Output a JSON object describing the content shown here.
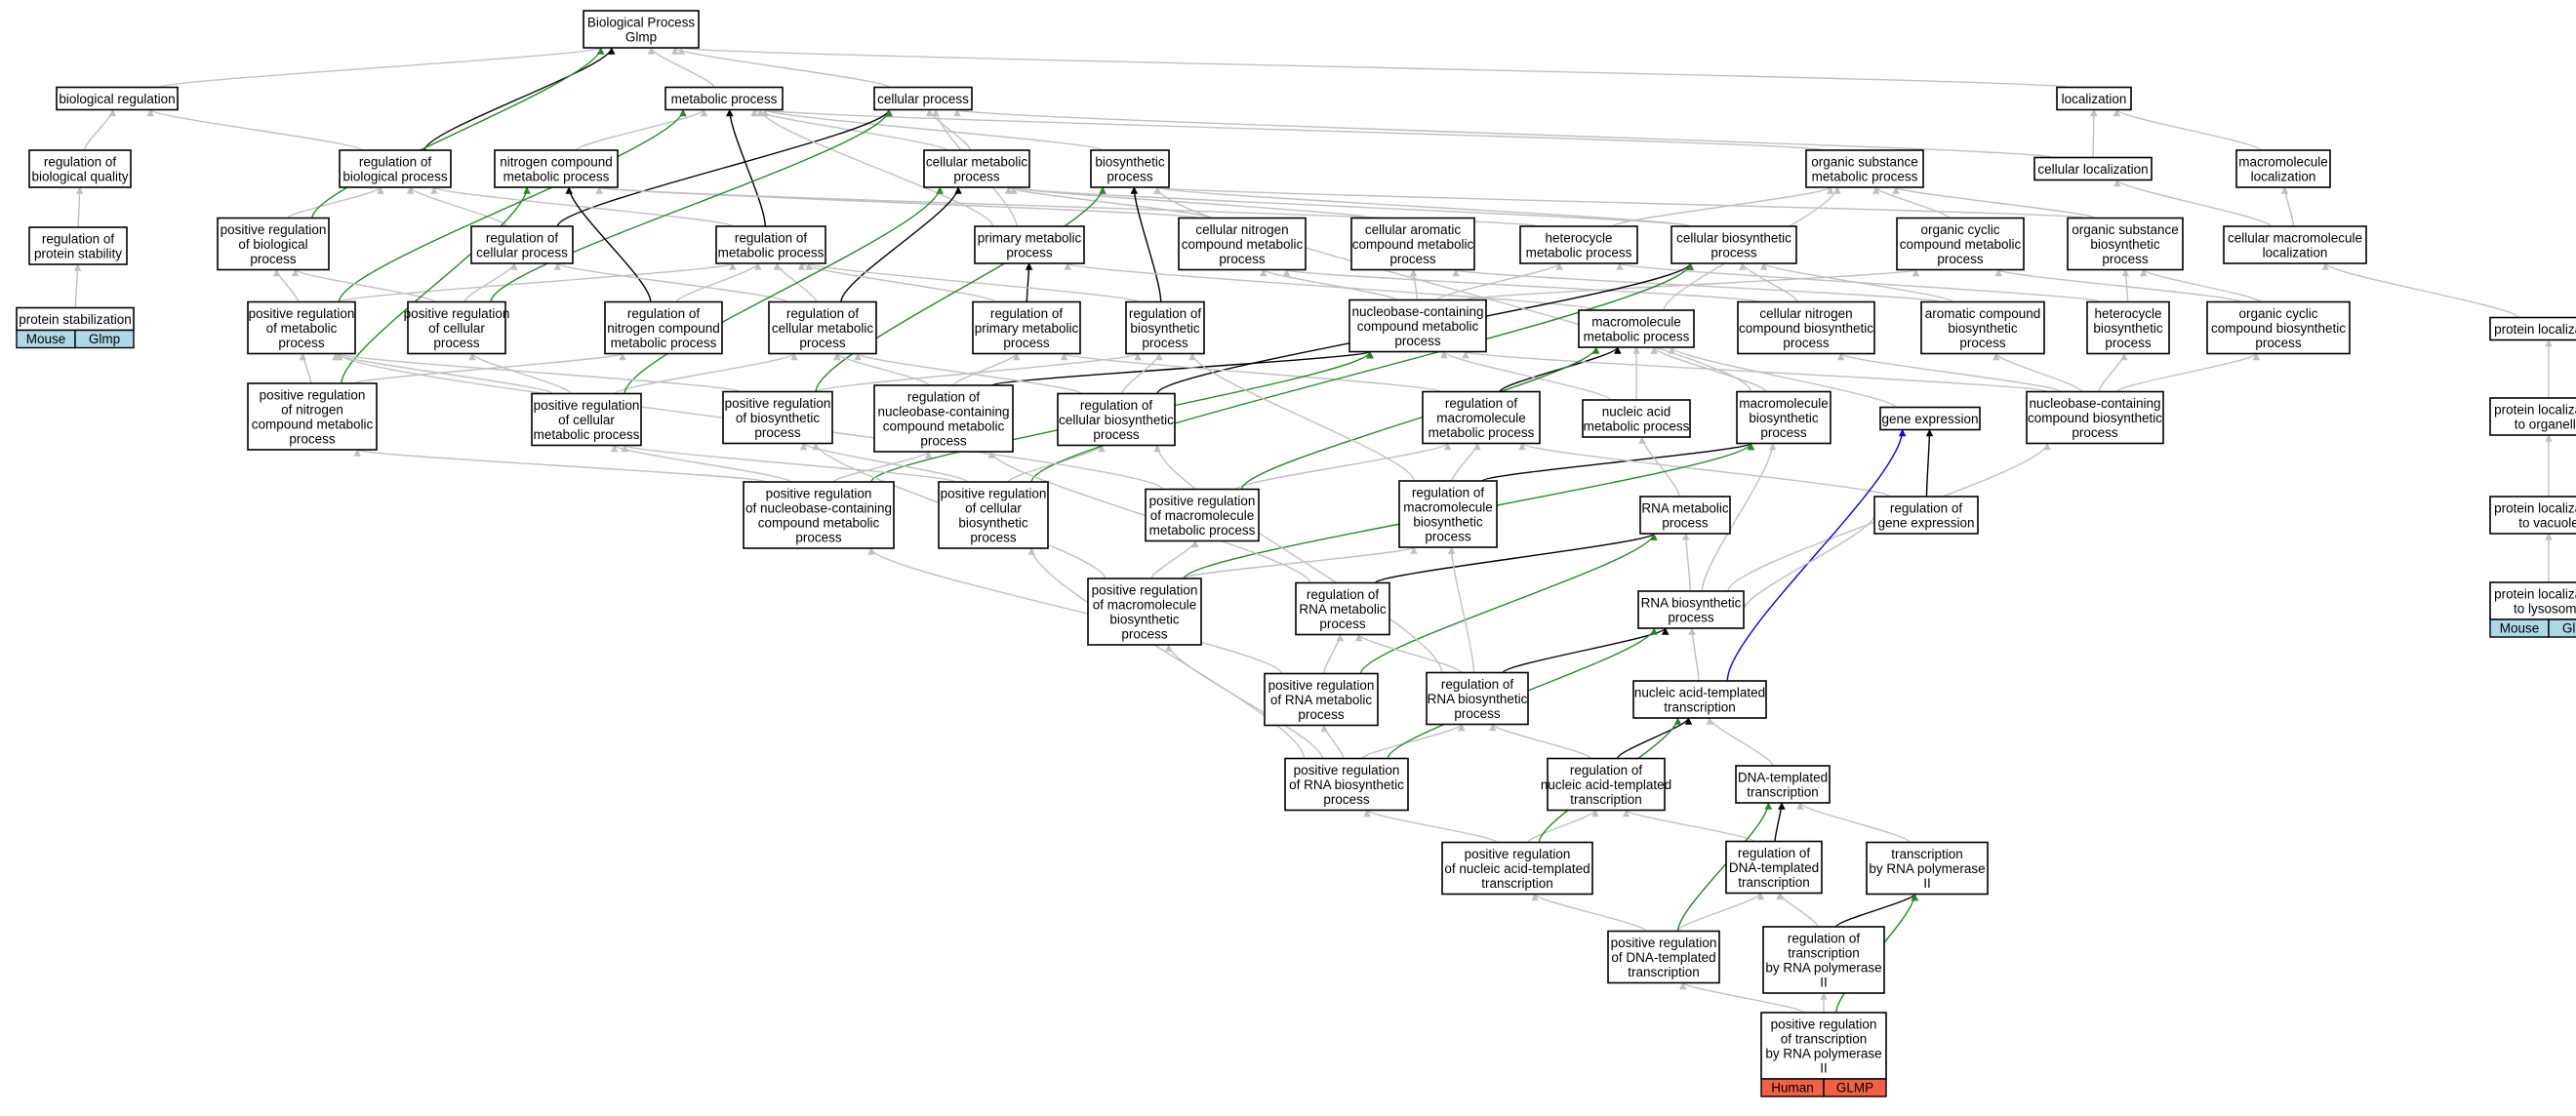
{
  "colors": {
    "is_a": "#c0c0c0",
    "regulates": "#000000",
    "positively_regulates": "#228b22",
    "part_of": "#0000ff",
    "mouse_tag": "#add8e6",
    "human_tag": "#f26144"
  },
  "nodes": {
    "bp": [
      "Biological Process",
      "Glmp"
    ],
    "br": [
      "biological regulation"
    ],
    "mp": [
      "metabolic process"
    ],
    "cp": [
      "cellular process"
    ],
    "loc": [
      "localization"
    ],
    "rbq": [
      "regulation of",
      "biological quality"
    ],
    "rbp": [
      "regulation of",
      "biological process"
    ],
    "ncmp": [
      "nitrogen compound",
      "metabolic process"
    ],
    "cmp": [
      "cellular metabolic",
      "process"
    ],
    "bsp": [
      "biosynthetic",
      "process"
    ],
    "osmp": [
      "organic substance",
      "metabolic process"
    ],
    "cl": [
      "cellular localization"
    ],
    "ml": [
      "macromolecule",
      "localization"
    ],
    "rps": [
      "regulation of",
      "protein stability"
    ],
    "prbp": [
      "positive regulation",
      "of biological",
      "process"
    ],
    "rcp": [
      "regulation of",
      "cellular process"
    ],
    "rmp": [
      "regulation of",
      "metabolic process"
    ],
    "pmp": [
      "primary metabolic",
      "process"
    ],
    "cncmp": [
      "cellular nitrogen",
      "compound metabolic",
      "process"
    ],
    "cacmp": [
      "cellular aromatic",
      "compound metabolic",
      "process"
    ],
    "hmp": [
      "heterocycle",
      "metabolic process"
    ],
    "cbp": [
      "cellular biosynthetic",
      "process"
    ],
    "occmp": [
      "organic cyclic",
      "compound metabolic",
      "process"
    ],
    "osbp": [
      "organic substance",
      "biosynthetic",
      "process"
    ],
    "cml": [
      "cellular macromolecule",
      "localization"
    ],
    "pstab": [
      "protein stabilization"
    ],
    "prmp": [
      "positive regulation",
      "of metabolic",
      "process"
    ],
    "prcp": [
      "positive regulation",
      "of cellular",
      "process"
    ],
    "rncmp": [
      "regulation of",
      "nitrogen compound",
      "metabolic process"
    ],
    "rcmp": [
      "regulation of",
      "cellular metabolic",
      "process"
    ],
    "rpmp": [
      "regulation of",
      "primary metabolic",
      "process"
    ],
    "rbsp": [
      "regulation of",
      "biosynthetic",
      "process"
    ],
    "nbcmp": [
      "nucleobase-containing",
      "compound metabolic",
      "process"
    ],
    "mmp": [
      "macromolecule",
      "metabolic process"
    ],
    "cncbp": [
      "cellular nitrogen",
      "compound biosynthetic",
      "process"
    ],
    "acbp": [
      "aromatic compound",
      "biosynthetic",
      "process"
    ],
    "hbp": [
      "heterocycle",
      "biosynthetic",
      "process"
    ],
    "occbp": [
      "organic cyclic",
      "compound biosynthetic",
      "process"
    ],
    "ploc": [
      "protein localization"
    ],
    "prncmp": [
      "positive regulation",
      "of nitrogen",
      "compound metabolic",
      "process"
    ],
    "prcmp": [
      "positive regulation",
      "of cellular",
      "metabolic process"
    ],
    "prbsp": [
      "positive regulation",
      "of biosynthetic",
      "process"
    ],
    "rnbcmp": [
      "regulation of",
      "nucleobase-containing",
      "compound metabolic",
      "process"
    ],
    "rcbp": [
      "regulation of",
      "cellular biosynthetic",
      "process"
    ],
    "rmmp": [
      "regulation of",
      "macromolecule",
      "metabolic process"
    ],
    "namp": [
      "nucleic acid",
      "metabolic process"
    ],
    "mbp": [
      "macromolecule",
      "biosynthetic",
      "process"
    ],
    "ge": [
      "gene expression"
    ],
    "nbcbp": [
      "nucleobase-containing",
      "compound biosynthetic",
      "process"
    ],
    "plorg": [
      "protein localization",
      "to organelle"
    ],
    "prnbcmp": [
      "positive regulation",
      "of nucleobase-containing",
      "compound metabolic",
      "process"
    ],
    "prcbp": [
      "positive regulation",
      "of cellular",
      "biosynthetic",
      "process"
    ],
    "prmmp": [
      "positive regulation",
      "of macromolecule",
      "metabolic process"
    ],
    "rmbp": [
      "regulation of",
      "macromolecule",
      "biosynthetic",
      "process"
    ],
    "rnamp": [
      "RNA metabolic",
      "process"
    ],
    "rge": [
      "regulation of",
      "gene expression"
    ],
    "plvac": [
      "protein localization",
      "to vacuole"
    ],
    "prmbp": [
      "positive regulation",
      "of macromolecule",
      "biosynthetic",
      "process"
    ],
    "rrnamp": [
      "regulation of",
      "RNA metabolic",
      "process"
    ],
    "rnabp": [
      "RNA biosynthetic",
      "process"
    ],
    "pllys": [
      "protein localization",
      "to lysosome"
    ],
    "prrnamp": [
      "positive regulation",
      "of RNA metabolic",
      "process"
    ],
    "rrnabp": [
      "regulation of",
      "RNA biosynthetic",
      "process"
    ],
    "natt": [
      "nucleic acid-templated",
      "transcription"
    ],
    "prrnabp": [
      "positive regulation",
      "of RNA biosynthetic",
      "process"
    ],
    "rnatt": [
      "regulation of",
      "nucleic acid-templated",
      "transcription"
    ],
    "dtt": [
      "DNA-templated",
      "transcription"
    ],
    "prnatt": [
      "positive regulation",
      "of nucleic acid-templated",
      "transcription"
    ],
    "rdtt": [
      "regulation of",
      "DNA-templated",
      "transcription"
    ],
    "trp2": [
      "transcription",
      "by RNA polymerase",
      "II"
    ],
    "prdtt": [
      "positive regulation",
      "of DNA-templated",
      "transcription"
    ],
    "rtrp2": [
      "regulation of",
      "transcription",
      "by RNA polymerase",
      "II"
    ],
    "prtrp2": [
      "positive regulation",
      "of transcription",
      "by RNA polymerase",
      "II"
    ]
  },
  "annotations": {
    "pstab": [
      "Mouse",
      "Glmp"
    ],
    "pllys": [
      "Mouse",
      "Glmp"
    ],
    "prtrp2": [
      "Human",
      "GLMP"
    ]
  }
}
